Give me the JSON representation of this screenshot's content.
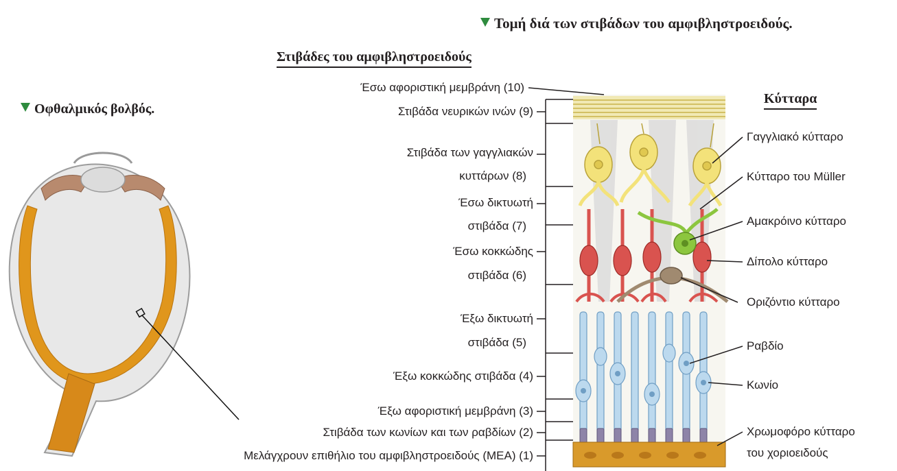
{
  "title_section": "Τομή διά των στιβάδων του αμφιβληστροειδούς.",
  "title_eye": "Οφθαλμικός βολβός.",
  "layers_heading": "Στιβάδες του αμφιβληστροειδούς",
  "cells_heading": "Κύτταρα",
  "layers": [
    {
      "line1": "Έσω αφοριστική μεμβράνη (10)"
    },
    {
      "line1": "Στιβάδα νευρικών ινών (9)"
    },
    {
      "line1": "Στιβάδα των γαγγλιακών",
      "line2": "κυττάρων (8)"
    },
    {
      "line1": "Έσω δικτυωτή",
      "line2": "στιβάδα (7)"
    },
    {
      "line1": "Έσω κοκκώδης",
      "line2": "στιβάδα (6)"
    },
    {
      "line1": "Έξω δικτυωτή",
      "line2": "στιβάδα (5)"
    },
    {
      "line1": "Έξω κοκκώδης στιβάδα (4)"
    },
    {
      "line1": "Έξω αφοριστική μεμβράνη (3)"
    },
    {
      "line1": "Στιβάδα των κωνίων και των ραβδίων (2)"
    },
    {
      "line1": "Μελάγχρουν επιθήλιο του αμφιβληστροειδούς (ΜΕΑ) (1)"
    }
  ],
  "cells": [
    {
      "line1": "Γαγγλιακό κύτταρο"
    },
    {
      "line1": "Κύτταρο του Müller"
    },
    {
      "line1": "Αμακρόινο κύτταρο"
    },
    {
      "line1": "Δίπολο κύτταρο"
    },
    {
      "line1": "Οριζόντιο κύτταρο"
    },
    {
      "line1": "Ραβδίο"
    },
    {
      "line1": "Κωνίο"
    },
    {
      "line1": "Χρωμοφόρο κύτταρο",
      "line2": "του χοριοειδούς"
    }
  ],
  "colors": {
    "marker_green": "#2e8b3e",
    "ganglion_yellow": "#f3e27a",
    "bipolar_red": "#d9534f",
    "amacrine_green": "#8cc63f",
    "horizontal_brown": "#a08a70",
    "photoreceptor_blue": "#bcd9ee",
    "pigment_orange": "#d99a2b",
    "eye_orange": "#e0961c"
  }
}
